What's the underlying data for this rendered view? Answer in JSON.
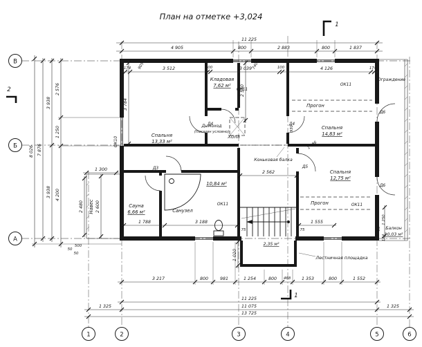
{
  "title": "План на отметке +3,024",
  "axes": {
    "rows": [
      "В",
      "Б",
      "А"
    ],
    "cols": [
      "1",
      "2",
      "3",
      "4",
      "5",
      "6"
    ]
  },
  "sections": {
    "s1": "1",
    "s2": "2"
  },
  "rooms": {
    "kladovaya": {
      "name": "Кладовая",
      "area": "7,62 м²"
    },
    "bed1": {
      "name": "Спальня",
      "area": "13,33 м²"
    },
    "bed2": {
      "name": "Спальня",
      "area": "14,83 м²"
    },
    "bed3": {
      "name": "Спальня",
      "area": "12,75 м²"
    },
    "sauna": {
      "name": "Сауна",
      "area": "6,66 м²"
    },
    "sanuzel": {
      "name": "Санузел",
      "area": "10,84 м²"
    },
    "hall": {
      "name": "Холл"
    },
    "balcony": {
      "name": "Балкон",
      "area": "10,03 м²"
    },
    "naves": {
      "name": "Навес"
    },
    "landing": {
      "name": "Лестничная площадка",
      "area": "2,35 м²"
    }
  },
  "labels": {
    "railing": "Ограждение",
    "beam": "Прогон",
    "chimney": "Дымоход",
    "chimney_note": "(Показан условно)",
    "ridge": "Коньковая балка"
  },
  "marks": {
    "ok11": "ОК11",
    "ok10": "ОК10",
    "d3": "Д3",
    "d4": "Д4",
    "d5": "Д5",
    "d6": "Д6"
  },
  "dims": {
    "top_total": "11 225",
    "top": [
      "4 905",
      "800",
      "2 883",
      "800",
      "1 837"
    ],
    "top_inner": [
      "174",
      "905",
      "3 512",
      "100",
      "3 039",
      "740",
      "100",
      "4 126",
      "174"
    ],
    "left": {
      "outer": "8 026",
      "total": "7 876",
      "half": "3 938",
      "chain": [
        "2 576",
        "1 250",
        "4 200"
      ]
    },
    "naves": [
      "1 300",
      "2 600",
      "2 480",
      "500",
      "50"
    ],
    "bottom": [
      "3 217",
      "800",
      "981",
      "1 254",
      "800",
      "468",
      "1 353",
      "800",
      "1 552"
    ],
    "bottom_total": "11 225",
    "bottom_inner": "11 075",
    "bottom_full": "13 725",
    "bottom_side": "1 325",
    "inner": {
      "v3784": "3 784",
      "v2540": "2 540",
      "v930": "930",
      "d1486": "1 486",
      "h2562": "2 562",
      "h1788": "1 788",
      "h3188": "3 188",
      "h1555": "1 555",
      "v1010": "1 010",
      "s75": "75",
      "r1250": "1 250",
      "r95": "95",
      "r174": "174"
    }
  }
}
